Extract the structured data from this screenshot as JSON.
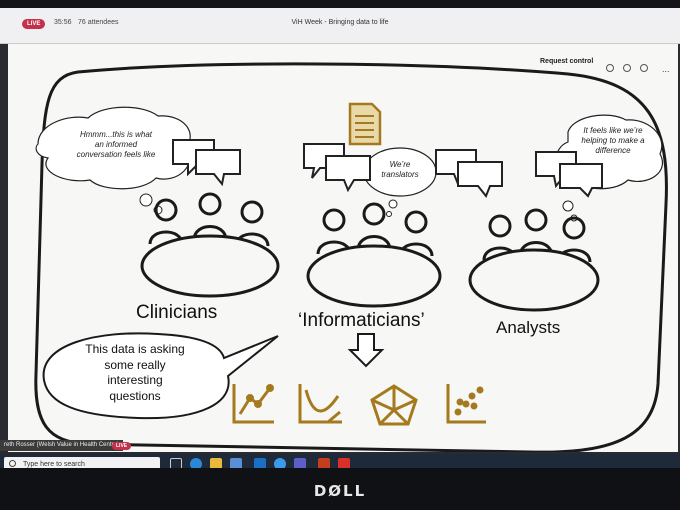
{
  "meeting": {
    "live_badge": "LIVE",
    "elapsed": "35:56",
    "attendees": "76 attendees",
    "title": "ViH Week - Bringing data to life",
    "request_control": "Request control",
    "more": "..."
  },
  "slide": {
    "groups": {
      "clinicians": "Clinicians",
      "informaticians": "‘Informaticians’",
      "analysts": "Analysts"
    },
    "thoughts": {
      "clinicians_line1": "Hmmm...this is what",
      "clinicians_line2": "an informed",
      "clinicians_line3": "conversation feels like",
      "informaticians_line1": "We’re",
      "informaticians_line2": "translators",
      "analysts_line1": "It feels like we’re",
      "analysts_line2": "helping to make a",
      "analysts_line3": "difference"
    },
    "speech": {
      "line1": "This data is asking",
      "line2": "some really",
      "line3": "interesting",
      "line4": "questions"
    },
    "icons": [
      "document-icon",
      "line-chart-icon",
      "curve-chart-icon",
      "radar-chart-icon",
      "scatter-chart-icon"
    ],
    "accent_color": "#a57a1e"
  },
  "presenter": {
    "name": "reth Rosser (Welsh Value in Health Centre)",
    "live_badge": "LIVE"
  },
  "taskbar": {
    "search_placeholder": "Type here to search"
  },
  "monitor": {
    "brand": "DØLL"
  }
}
